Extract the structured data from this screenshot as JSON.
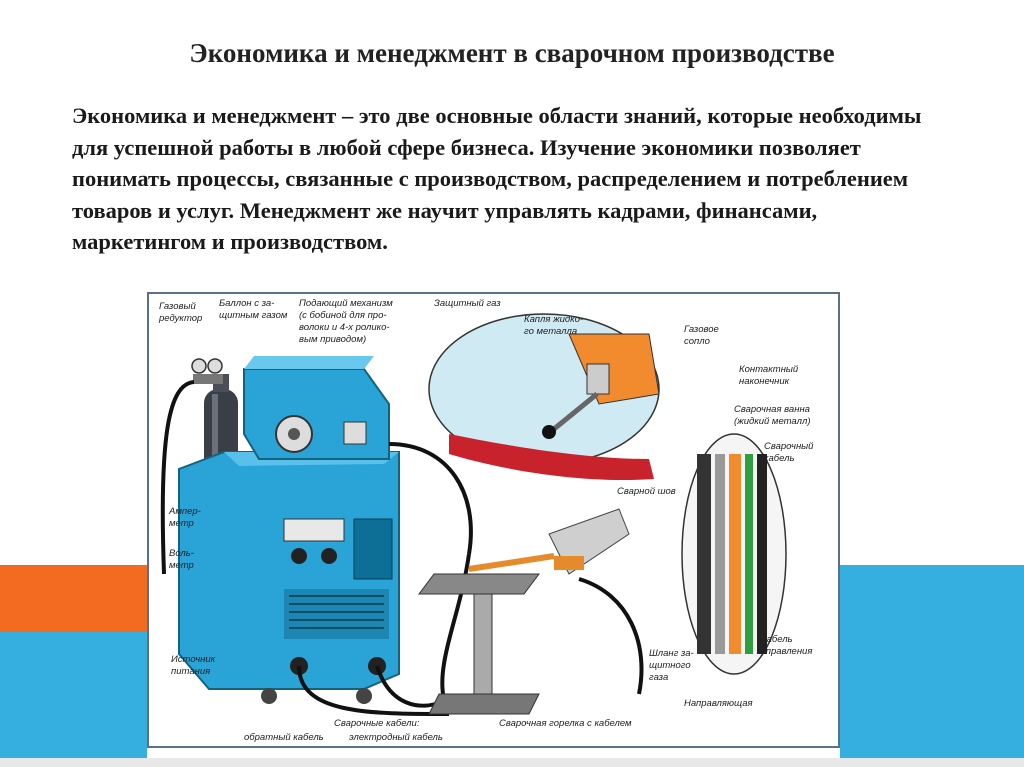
{
  "slide": {
    "title": "Экономика и менеджмент в сварочном производстве",
    "body_text": "Экономика и менеджмент – это две основные области знаний, которые необходимы для успешной работы в любой сфере бизнеса. Изучение экономики позволяет понимать процессы, связанные с производством, распределением и потреблением товаров и услуг. Менеджмент же научит управлять кадрами, финансами, маркетингом и производством."
  },
  "colors": {
    "orange": "#f26b21",
    "blue": "#35aee0",
    "machine": "#2aa3d6",
    "frame": "#5b6f8a"
  },
  "diagram": {
    "labels": {
      "gas_reducer": [
        "Газовый",
        "редуктор"
      ],
      "gas_cylinder": [
        "Баллон с за-",
        "щитным газом"
      ],
      "feed_mechanism": [
        "Подающий механизм",
        "(с бобиной для про-",
        "волоки и 4-х ролико-",
        "вым приводом)"
      ],
      "shield_gas": [
        "Защитный газ"
      ],
      "metal_drop": [
        "Капля жидко-",
        "го металла"
      ],
      "gas_nozzle": [
        "Газовое",
        "сопло"
      ],
      "contact_tip": [
        "Контактный",
        "наконечник"
      ],
      "weld_pool": [
        "Сварочная ванна",
        "(жидкий металл)"
      ],
      "weld_cable": [
        "Сварочный",
        "кабель"
      ],
      "weld_seam": [
        "Сварной шов"
      ],
      "ammeter": [
        "Ампер-",
        "метр"
      ],
      "voltmeter": [
        "Воль-",
        "метр"
      ],
      "power_source": [
        "Источник",
        "питания"
      ],
      "gas_hose": [
        "Шланг за-",
        "щитного",
        "газа"
      ],
      "control_cable": [
        "Кабель",
        "управления"
      ],
      "guide": [
        "Направляющая"
      ],
      "torch": [
        "Сварочная горелка с кабелем"
      ],
      "weld_cables": [
        "Сварочные кабели:"
      ],
      "return_cable": [
        "обратный кабель"
      ],
      "electrode_cable": [
        "электродный кабель"
      ]
    }
  }
}
